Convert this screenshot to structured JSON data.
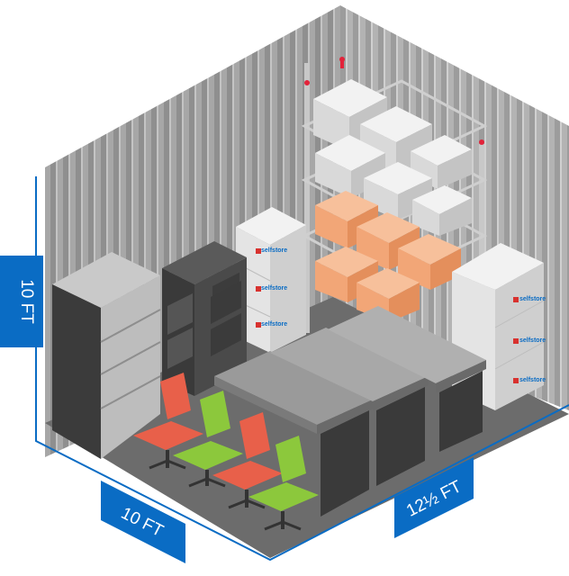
{
  "dimensions": {
    "height_label": "10 FT",
    "width_label": "10 FT",
    "depth_label": "12½ FT"
  },
  "branding": {
    "logo_text": "selfstore"
  },
  "colors": {
    "accent_blue": "#0a6cc4",
    "wall_grey": "#9a9a9a",
    "floor_grey": "#6e6e6e",
    "chair_red": "#e8604a",
    "chair_green": "#8cc83c",
    "box_orange": "#f2a677",
    "box_white": "#e9e9e9"
  }
}
